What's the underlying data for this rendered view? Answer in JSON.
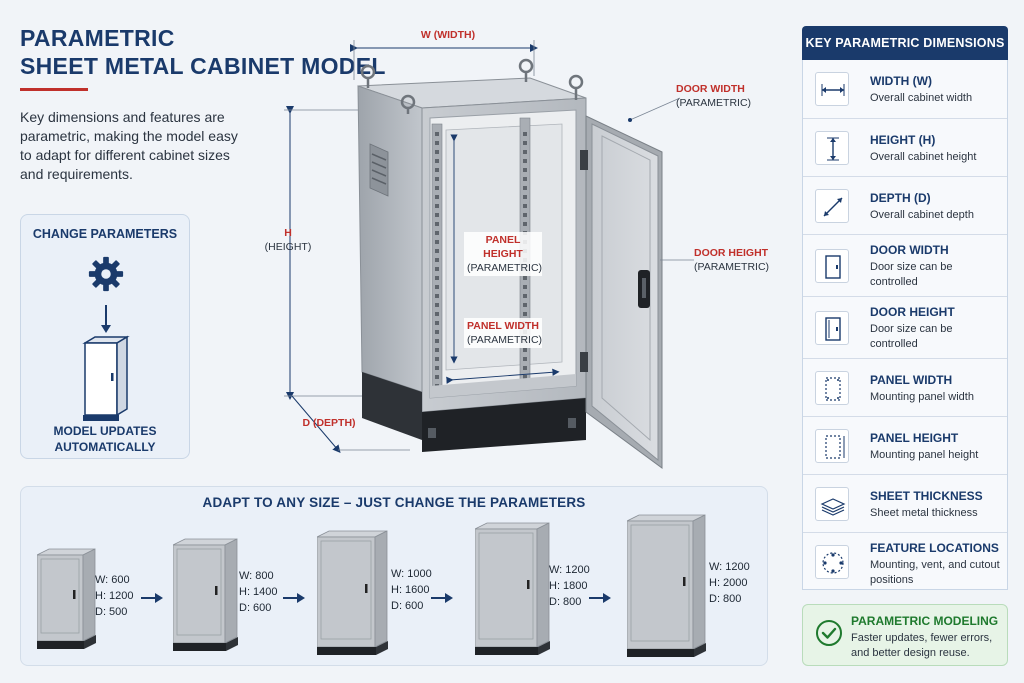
{
  "title": {
    "line1": "PARAMETRIC",
    "line2": "SHEET METAL CABINET MODEL"
  },
  "intro": "Key dimensions and features are parametric, making the model easy to adapt for different cabinet sizes and requirements.",
  "change_box": {
    "heading": "CHANGE PARAMETERS",
    "footer_line1": "MODEL UPDATES",
    "footer_line2": "AUTOMATICALLY"
  },
  "diagram": {
    "width_label": "W (WIDTH)",
    "height_label_1": "H",
    "height_label_2": "(HEIGHT)",
    "depth_label": "D (DEPTH)",
    "door_width_1": "DOOR WIDTH",
    "door_width_2": "(PARAMETRIC)",
    "door_height_1": "DOOR HEIGHT",
    "door_height_2": "(PARAMETRIC)",
    "panel_height_1": "PANEL HEIGHT",
    "panel_height_2": "(PARAMETRIC)",
    "panel_width_1": "PANEL WIDTH",
    "panel_width_2": "(PARAMETRIC)"
  },
  "adapt": {
    "heading": "ADAPT TO ANY SIZE – JUST CHANGE THE PARAMETERS",
    "sizes": [
      {
        "w": "W: 600",
        "h": "H: 1200",
        "d": "D: 500"
      },
      {
        "w": "W: 800",
        "h": "H: 1400",
        "d": "D: 600"
      },
      {
        "w": "W: 1000",
        "h": "H: 1600",
        "d": "D: 600"
      },
      {
        "w": "W: 1200",
        "h": "H: 1800",
        "d": "D: 800"
      },
      {
        "w": "W: 1200",
        "h": "H: 2000",
        "d": "D: 800"
      }
    ]
  },
  "key_dims": {
    "heading": "KEY PARAMETRIC DIMENSIONS",
    "items": [
      {
        "icon": "width-arrow-icon",
        "title": "WIDTH (W)",
        "desc": "Overall cabinet width"
      },
      {
        "icon": "height-arrow-icon",
        "title": "HEIGHT (H)",
        "desc": "Overall cabinet height"
      },
      {
        "icon": "depth-arrow-icon",
        "title": "DEPTH (D)",
        "desc": "Overall cabinet depth"
      },
      {
        "icon": "door-width-icon",
        "title": "DOOR WIDTH",
        "desc": "Door size can be controlled"
      },
      {
        "icon": "door-height-icon",
        "title": "DOOR HEIGHT",
        "desc": "Door size can be controlled"
      },
      {
        "icon": "panel-width-icon",
        "title": "PANEL WIDTH",
        "desc": "Mounting panel width"
      },
      {
        "icon": "panel-height-icon",
        "title": "PANEL HEIGHT",
        "desc": "Mounting panel height"
      },
      {
        "icon": "sheet-layers-icon",
        "title": "SHEET THICKNESS",
        "desc": "Sheet metal thickness"
      },
      {
        "icon": "feature-locations-icon",
        "title": "FEATURE LOCATIONS",
        "desc": "Mounting, vent, and cutout positions"
      }
    ]
  },
  "parametric_modeling": {
    "title": "PARAMETRIC MODELING",
    "desc": "Faster updates, fewer errors, and better design reuse."
  },
  "colors": {
    "navy": "#1a3a6b",
    "red": "#c0302b",
    "green": "#1f7a2e"
  }
}
